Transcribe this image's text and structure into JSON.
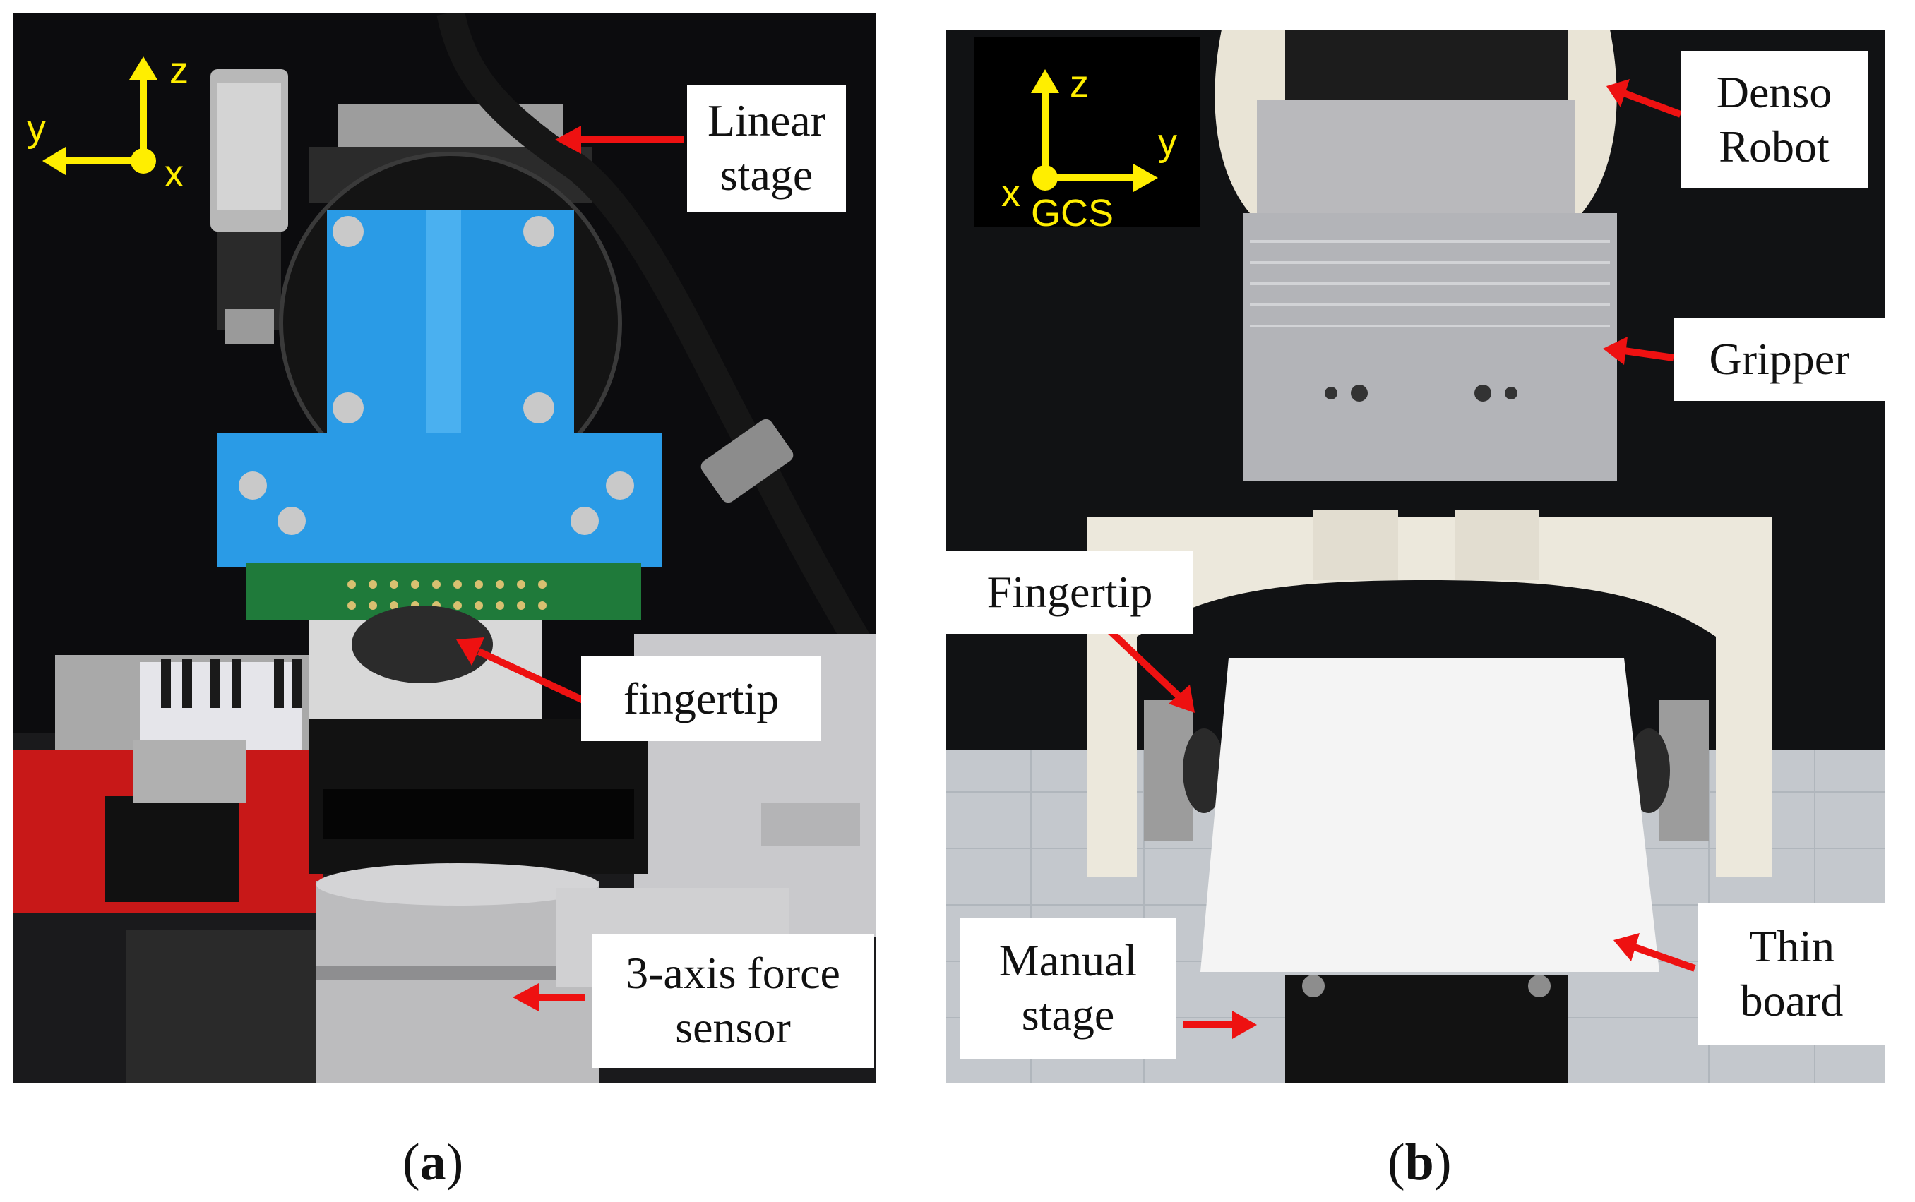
{
  "panel_a": {
    "axes": {
      "y": "y",
      "z": "z",
      "x": "x"
    },
    "callouts": {
      "linear_stage": "Linear stage",
      "fingertip": "fingertip",
      "force_sensor": "3-axis force sensor"
    },
    "caption": {
      "open": "(",
      "letter": "a",
      "close": ")"
    }
  },
  "panel_b": {
    "axes": {
      "y": "y",
      "z": "z",
      "x": "x",
      "frame": "GCS"
    },
    "callouts": {
      "denso_robot": "Denso Robot",
      "gripper": "Gripper",
      "fingertip": "Fingertip",
      "manual_stage": "Manual stage",
      "thin_board": "Thin board"
    },
    "caption": {
      "open": "(",
      "letter": "b",
      "close": ")"
    }
  },
  "colors": {
    "axis": "#ffee00",
    "arrow": "#ee1111",
    "blue_mount": "#2a9be6",
    "sensor_board": "#c81818"
  }
}
